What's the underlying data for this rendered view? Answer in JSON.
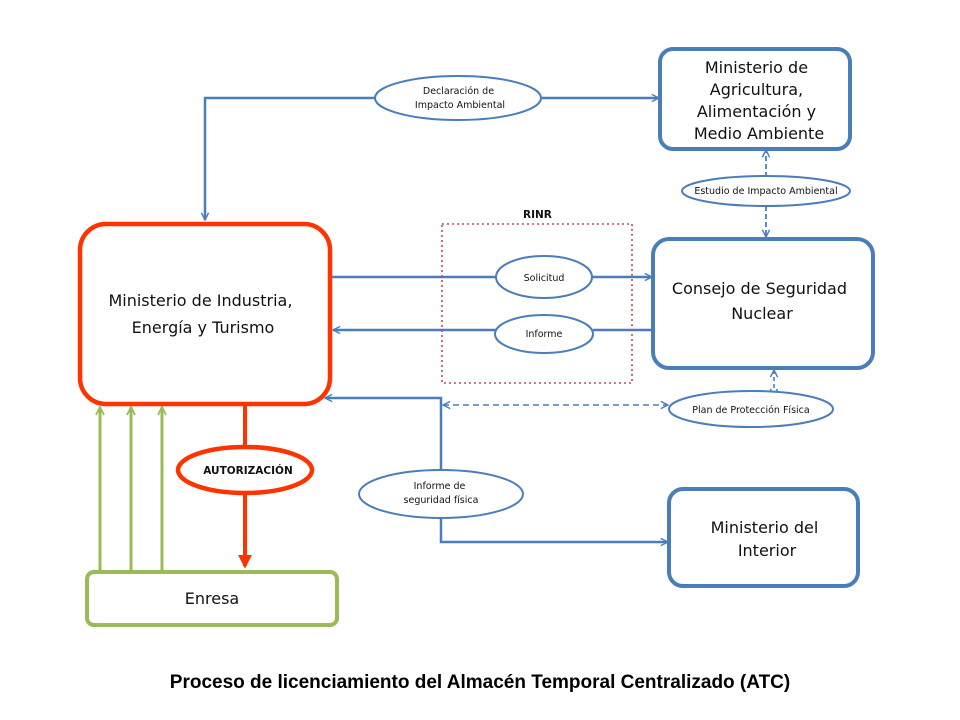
{
  "nodes": {
    "ministerio_agricultura": [
      "Ministerio de",
      "Agricultura,",
      "Alimentación y",
      "Medio Ambiente"
    ],
    "ministerio_industria": [
      "Ministerio de Industria,",
      "Energía y Turismo"
    ],
    "consejo_seguridad_nuclear": [
      "Consejo de Seguridad",
      "Nuclear"
    ],
    "ministerio_interior": [
      "Ministerio del",
      "Interior"
    ],
    "enresa": "Enresa"
  },
  "connectors": {
    "declaracion_impacto": [
      "Declaración de",
      "Impacto Ambiental"
    ],
    "estudio_impacto": "Estudio de Impacto Ambiental",
    "solicitud": "Solicitud",
    "informe": "Informe",
    "plan_proteccion": "Plan de Protección Física",
    "informe_seguridad": [
      "Informe de",
      "seguridad física"
    ],
    "autorizacion": "AUTORIZACIÓN"
  },
  "rinr_label": "RINR",
  "caption": "Proceso de licenciamiento del Almacén Temporal Centralizado (ATC)",
  "colors": {
    "blue": "#4a7ebb",
    "red": "#ff3300",
    "green": "#9bbb59",
    "dotted_red": "#c0504d"
  }
}
